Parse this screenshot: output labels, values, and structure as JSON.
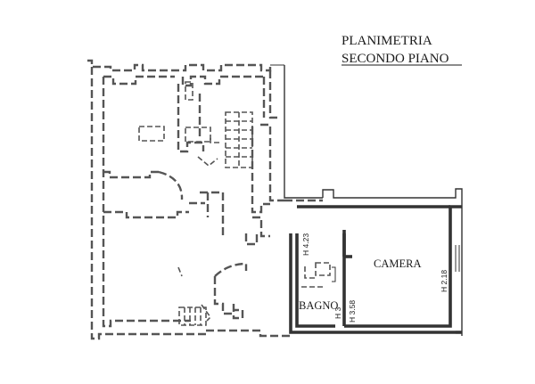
{
  "title": {
    "line1": "PLANIMETRIA",
    "line2": "SECONDO PIANO"
  },
  "rooms": {
    "camera": "CAMERA",
    "bagno": "BAGNO"
  },
  "heights": {
    "h1": "H 4.23",
    "h2": "H 3.58",
    "h3": "H 2.18",
    "h4": "H 3"
  },
  "colors": {
    "lines": "#333333",
    "background": "#ffffff"
  }
}
